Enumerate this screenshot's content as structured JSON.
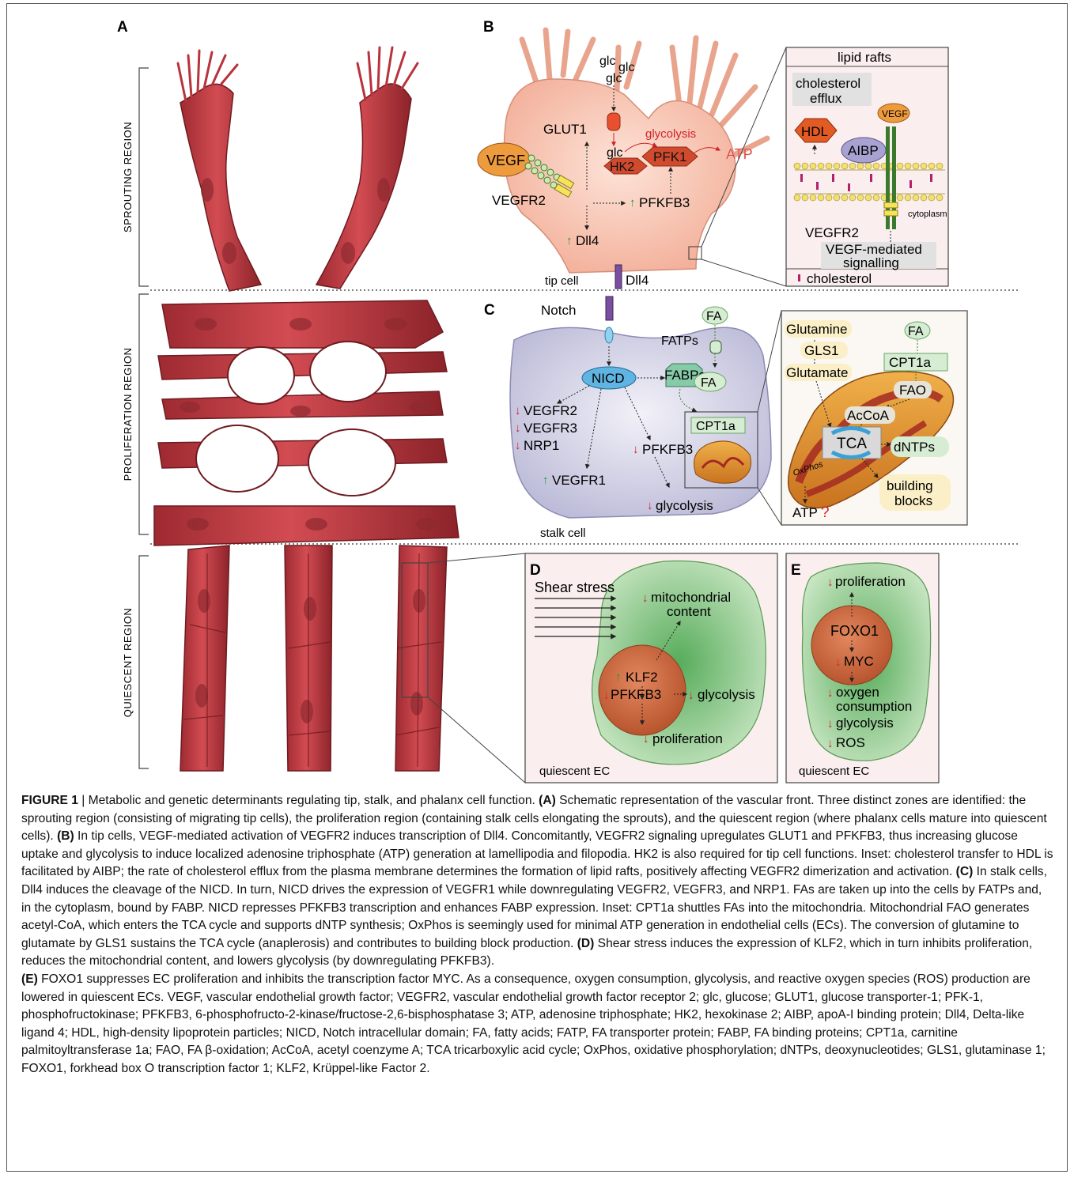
{
  "panel_letters": {
    "a": "A",
    "b": "B",
    "c": "C",
    "d": "D",
    "e": "E"
  },
  "regions": {
    "sprouting": "SPROUTING REGION",
    "proliferation": "PROLIFERATION REGION",
    "quiescent": "QUIESCENT REGION"
  },
  "panel_b": {
    "glc1": "glc",
    "glc2": "glc",
    "glc3": "glc",
    "glc4": "glc",
    "glut1": "GLUT1",
    "glycolysis": "glycolysis",
    "atp": "ATP",
    "vegf": "VEGF",
    "hk2": "HK2",
    "pfk1": "PFK1",
    "vegfr2": "VEGFR2",
    "pfkfb3": "PFKFB3",
    "dll4": "Dll4",
    "tip_cell": "tip cell",
    "dll4_ext": "Dll4"
  },
  "lipid_inset": {
    "title": "lipid rafts",
    "chol_line1": "cholesterol",
    "chol_line2": "efflux",
    "vegf": "VEGF",
    "hdl": "HDL",
    "aibp": "AIBP",
    "cytoplasm": "cytoplasm",
    "vegfr2": "VEGFR2",
    "sig_line1": "VEGF-mediated",
    "sig_line2": "signalling",
    "legend": "cholesterol"
  },
  "panel_c": {
    "notch": "Notch",
    "fa_out": "FA",
    "fatps": "FATPs",
    "nicd": "NICD",
    "fabps": "FABPs",
    "fa_in": "FA",
    "vegfr2": "VEGFR2",
    "vegfr3": "VEGFR3",
    "nrp1": "NRP1",
    "vegfr1": "VEGFR1",
    "pfkfb3": "PFKFB3",
    "glycolysis": "glycolysis",
    "cpt1a": "CPT1a",
    "stalk_cell": "stalk cell"
  },
  "mito_inset": {
    "glutamine": "Glutamine",
    "gls1": "GLS1",
    "glutamate": "Glutamate",
    "fa": "FA",
    "cpt1a": "CPT1a",
    "fao": "FAO",
    "accoa": "AcCoA",
    "tca": "TCA",
    "dntps": "dNTPs",
    "oxphos": "OxPhos",
    "atp": "ATP",
    "question": "?",
    "bb1": "building",
    "bb2": "blocks"
  },
  "panel_d": {
    "shear": "Shear stress",
    "mito1": "mitochondrial",
    "mito2": "content",
    "klf2": "KLF2",
    "pfkfb3": "PFKFB3",
    "glycolysis": "glycolysis",
    "proliferation": "proliferation",
    "label": "quiescent EC"
  },
  "panel_e": {
    "proliferation": "proliferation",
    "foxo1": "FOXO1",
    "myc": "MYC",
    "oxygen1": "oxygen",
    "oxygen2": "consumption",
    "glycolysis": "glycolysis",
    "ros": "ROS",
    "label": "quiescent EC"
  },
  "caption": {
    "label": "FIGURE 1",
    "title": " | Metabolic and genetic determinants regulating tip, stalk, and phalanx cell function. ",
    "a_label": "(A)",
    "a_text": " Schematic representation of the vascular front. Three distinct zones are identified: the sprouting region (consisting of migrating tip cells), the proliferation region (containing stalk cells elongating the sprouts), and the quiescent region (where phalanx cells mature into quiescent cells). ",
    "b_label": "(B)",
    "b_text": " In tip cells, VEGF-mediated activation of VEGFR2 induces transcription of Dll4. Concomitantly, VEGFR2 signaling upregulates GLUT1 and PFKFB3, thus increasing glucose uptake and glycolysis to induce localized adenosine triphosphate (ATP) generation at lamellipodia and filopodia. HK2 is also required for tip cell functions. Inset: cholesterol transfer to HDL is facilitated by AIBP; the rate of cholesterol efflux from the plasma membrane determines the formation of lipid rafts, positively affecting VEGFR2 dimerization and activation. ",
    "c_label": "(C)",
    "c_text": " In stalk cells, Dll4 induces the cleavage of the NICD. In turn, NICD drives the expression of VEGFR1 while downregulating VEGFR2, VEGFR3, and NRP1. FAs are taken up into the cells by FATPs and, in the cytoplasm, bound by FABP. NICD represses PFKFB3 transcription and enhances FABP expression. Inset: CPT1a shuttles FAs into the mitochondria. Mitochondrial FAO generates acetyl-CoA, which enters the TCA cycle and supports dNTP synthesis; OxPhos is seemingly used for minimal ATP generation in endothelial cells (ECs). The conversion of glutamine to glutamate by GLS1 sustains the TCA cycle (anaplerosis) and contributes to building block production. ",
    "d_label": "(D)",
    "d_text": " Shear stress induces the expression of KLF2, which in turn inhibits proliferation, reduces the mitochondrial content, and lowers glycolysis (by downregulating PFKFB3).",
    "e_label": "(E)",
    "e_text": " FOXO1 suppresses EC proliferation and inhibits the transcription factor MYC. As a consequence, oxygen consumption, glycolysis, and reactive oxygen species (ROS) production are lowered in quiescent ECs. VEGF, vascular endothelial growth factor; VEGFR2, vascular endothelial growth factor receptor 2; glc, glucose; GLUT1, glucose transporter-1; PFK-1, phosphofructokinase; PFKFB3, 6-phosphofructo-2-kinase/fructose-2,6-bisphosphatase 3; ATP, adenosine triphosphate; HK2, hexokinase 2; AIBP, apoA-I binding protein; Dll4, Delta-like ligand 4; HDL, high-density lipoprotein particles; NICD, Notch intracellular domain; FA, fatty acids; FATP, FA transporter protein; FABP, FA binding proteins; CPT1a, carnitine palmitoyltransferase 1a; FAO, FA β-oxidation; AcCoA, acetyl coenzyme A; TCA tricarboxylic acid cycle; OxPhos, oxidative phosphorylation; dNTPs, deoxynucleotides; GLS1, glutaminase 1; FOXO1, forkhead box O transcription factor 1; KLF2, Krüppel-like Factor 2."
  },
  "colors": {
    "vessel": "#b8333c",
    "vessel_dark": "#7d1c22",
    "tip_cell": "#f6c0ad",
    "stalk_cell": "#d9d8ea",
    "quiescent": "#9fcf96",
    "nucleus": "#cf6b43",
    "up_arrow": "#1f9a3b",
    "down_arrow": "#d2232a"
  }
}
